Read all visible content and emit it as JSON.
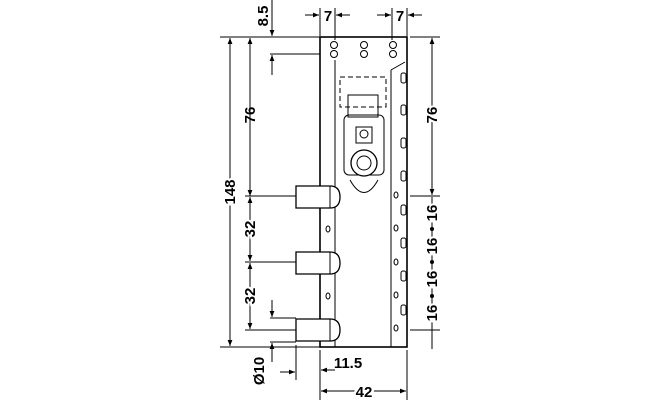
{
  "drawing": {
    "dimensions": {
      "top_offset": "8.5",
      "hole_left": "7",
      "hole_right": "7",
      "left_height": "76",
      "total_height": "148",
      "pin_spacing_1": "32",
      "pin_spacing_2": "32",
      "pin_diameter": "Ø10",
      "pin_offset": "11.5",
      "width": "42",
      "right_height": "76",
      "slot_pitch": [
        "16",
        "16",
        "16",
        "16"
      ]
    }
  }
}
